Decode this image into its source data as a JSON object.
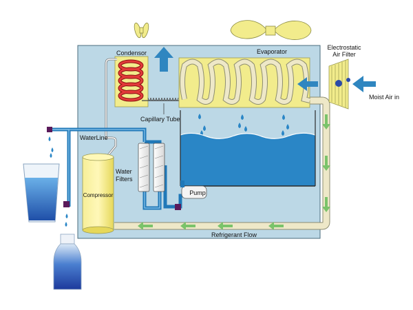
{
  "labels": {
    "condensor": "Condensor",
    "evaporator": "Evaporator",
    "electrostatic_filter": [
      "Electrostatic",
      "Air Filter"
    ],
    "moist_air_in": "Moist Air in",
    "capillary_tube": "Capillary Tube",
    "water_line": "WaterLine",
    "water_filters": [
      "Water",
      "Filters"
    ],
    "compressor": "Compressor",
    "pump": "Pump",
    "refrigerant_flow": "Refrigerant Flow"
  },
  "colors": {
    "housing": "#bcd8e6",
    "housing_border": "#4a6b7c",
    "yellow": "#f2ec8c",
    "water": "#2a86c6",
    "refrigerant_arrow": "#7ac36a",
    "coil_red": "#d42a2a",
    "pipe_cream": "#eee8c8",
    "arrow_blue": "#2f86c0"
  }
}
